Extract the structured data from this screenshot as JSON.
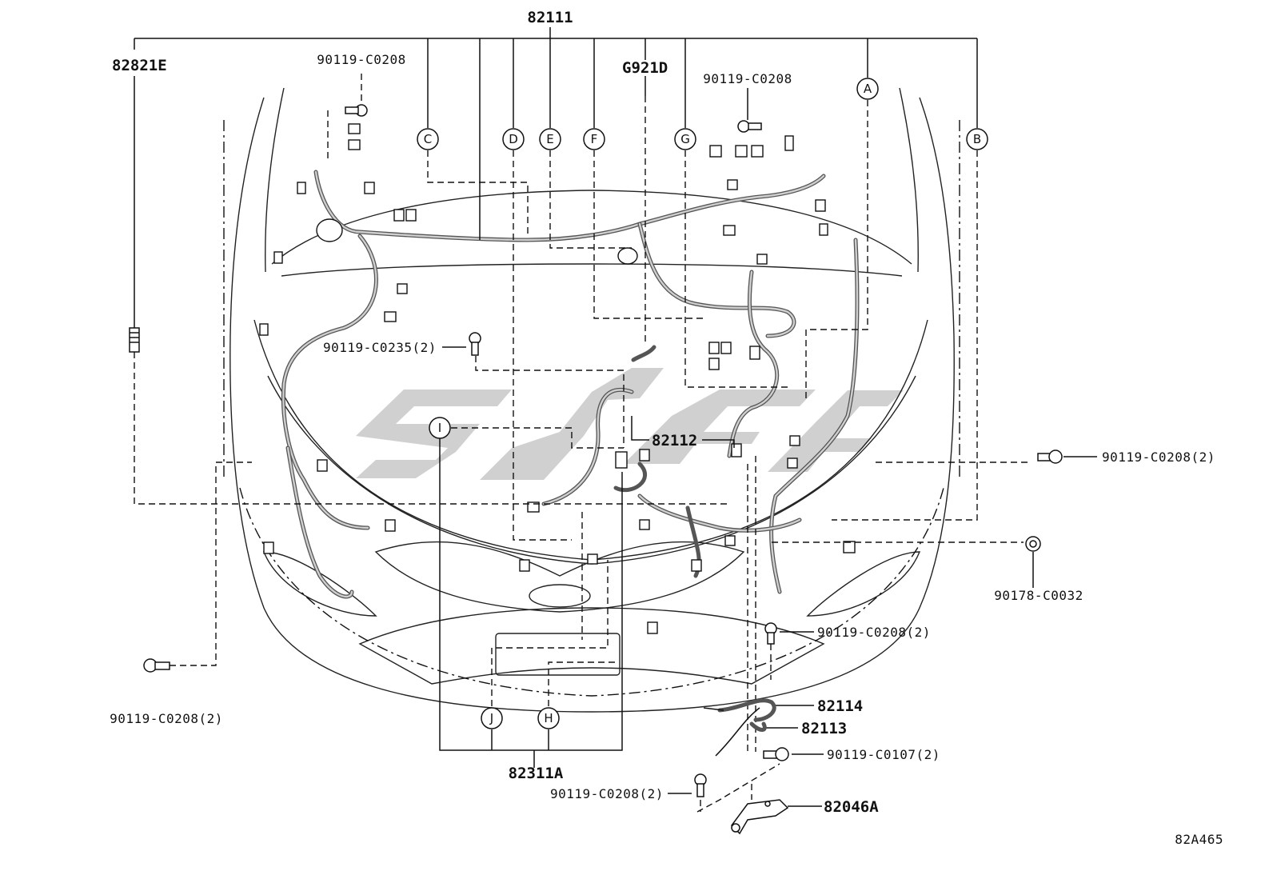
{
  "diagram": {
    "part_numbers": {
      "main_harness": "82111",
      "left_ground": "82821E",
      "ground_wire": "G921D",
      "sub_harness": "82112",
      "wire_82114": "82114",
      "wire_82113": "82113",
      "bracket": "82046A",
      "lower_harness": "82311A",
      "diagram_code": "82A465"
    },
    "fasteners": {
      "bolt_top_left": "90119-C0208",
      "bolt_top_right": "90119-C0208",
      "bolt_center": "90119-C0235(2)",
      "bolt_right": "90119-C0208(2)",
      "clip_right": "90178-C0032",
      "bolt_lower_right": "90119-C0208(2)",
      "bolt_c0107": "90119-C0107(2)",
      "bolt_bottom_center": "90119-C0208(2)",
      "bolt_bottom_left": "90119-C0208(2)"
    },
    "callouts": [
      "A",
      "B",
      "C",
      "D",
      "E",
      "F",
      "G",
      "I",
      "J",
      "H"
    ]
  }
}
